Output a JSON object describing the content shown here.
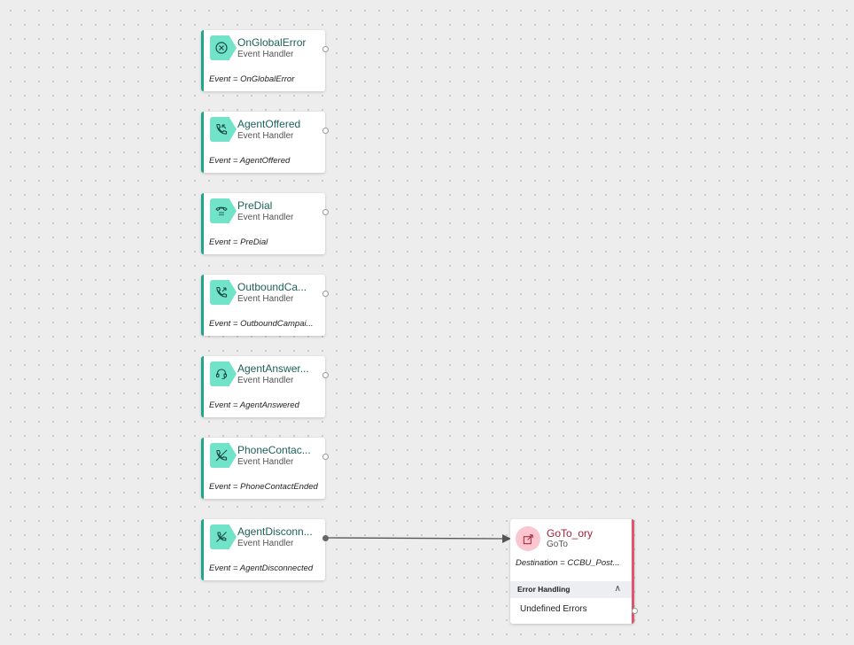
{
  "event_handlers": [
    {
      "title": "OnGlobalError",
      "subtitle": "Event Handler",
      "detail": "Event = OnGlobalError",
      "icon": "error-circle-icon"
    },
    {
      "title": "AgentOffered",
      "subtitle": "Event Handler",
      "detail": "Event = AgentOffered",
      "icon": "phone-incoming-icon"
    },
    {
      "title": "PreDial",
      "subtitle": "Event Handler",
      "detail": "Event = PreDial",
      "icon": "dialpad-phone-icon"
    },
    {
      "title": "OutboundCa...",
      "subtitle": "Event Handler",
      "detail": "Event = OutboundCampai...",
      "icon": "phone-outgoing-icon"
    },
    {
      "title": "AgentAnswer...",
      "subtitle": "Event Handler",
      "detail": "Event = AgentAnswered",
      "icon": "headset-icon"
    },
    {
      "title": "PhoneContac...",
      "subtitle": "Event Handler",
      "detail": "Event = PhoneContactEnded",
      "icon": "phone-ended-icon"
    },
    {
      "title": "AgentDisconn...",
      "subtitle": "Event Handler",
      "detail": "Event = AgentDisconnected",
      "icon": "phone-disconnect-icon"
    }
  ],
  "goto_node": {
    "title": "GoTo_ory",
    "subtitle": "GoTo",
    "detail": "Destination = CCBU_Post...",
    "icon": "goto-arrow-icon",
    "error_handling_label": "Error Handling",
    "error_items": [
      "Undefined Errors"
    ]
  },
  "colors": {
    "canvas_bg": "#ededed",
    "event_accent": "#1fa58f",
    "event_icon_bg": "#70e3c8",
    "goto_accent": "#e0556e",
    "goto_icon_bg": "#fbc6d0"
  }
}
